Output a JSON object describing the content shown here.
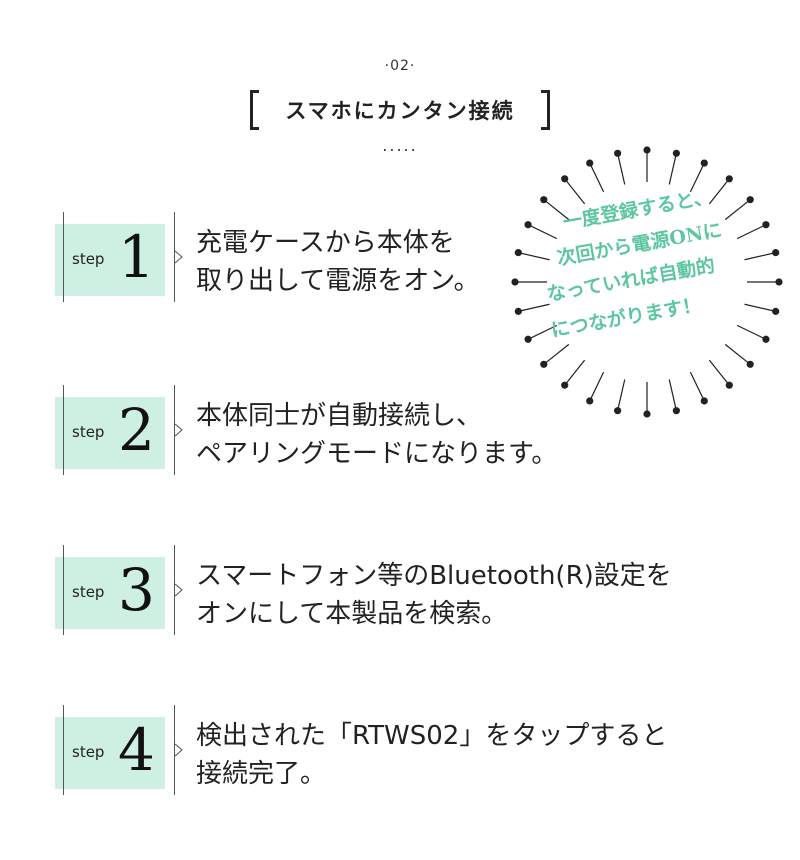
{
  "header": {
    "number": "·02·",
    "title": "スマホにカンタン接続",
    "dots": "....."
  },
  "callout": {
    "lines": [
      "一度登録すると、",
      "次回から電源ONに",
      "なっていれば自動的",
      "につながります！"
    ]
  },
  "steps": [
    {
      "word": "step",
      "number": "1",
      "lines": [
        "充電ケースから本体を",
        "取り出して電源をオン。"
      ]
    },
    {
      "word": "step",
      "number": "2",
      "lines": [
        "本体同士が自動接続し、",
        "ペアリングモードになります。"
      ]
    },
    {
      "word": "step",
      "number": "3",
      "lines": [
        "スマートフォン等のBluetooth(R)設定を",
        "オンにして本製品を検索。"
      ]
    },
    {
      "word": "step",
      "number": "4",
      "lines": [
        "検出された「RTWS02」をタップすると",
        "接続完了。"
      ]
    }
  ],
  "colors": {
    "accent": "#cef0e3",
    "callout_text": "#5cc79e",
    "ink": "#222222"
  }
}
